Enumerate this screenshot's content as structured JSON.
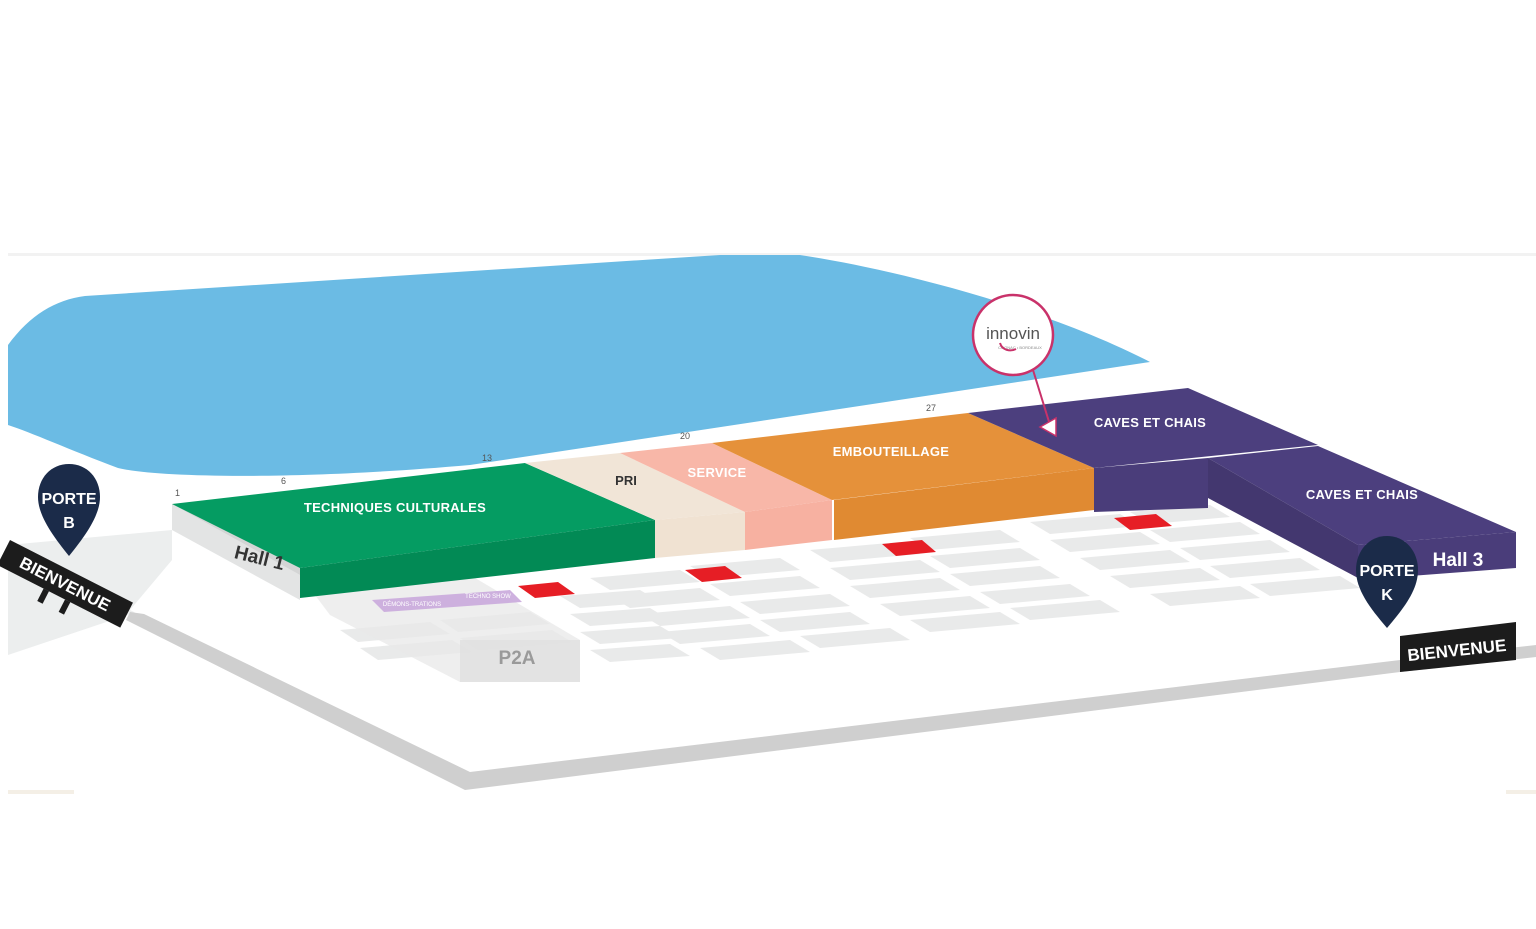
{
  "colors": {
    "water": "#6bbbe4",
    "green": "#059c62",
    "green_dark": "#028a55",
    "pri": "#f1e5d7",
    "service": "#f8b7a8",
    "orange": "#e5913a",
    "orange_dark": "#e08a32",
    "purple": "#4c3f7e",
    "stand_red": "#e61e25",
    "pin": "#1b2b49",
    "innovin_ring": "#c9326a",
    "road": "#cfcfcf"
  },
  "zones": {
    "techniques": "TECHNIQUES CULTURALES",
    "pri": "PRI",
    "service": "SERVICE",
    "embouteillage": "EMBOUTEILLAGE",
    "caves1": "CAVES ET CHAIS",
    "caves2": "CAVES ET CHAIS",
    "demos": "DÉMONS-TRATIONS",
    "techno": "TECHNO SHOW"
  },
  "halls": {
    "hall1": "Hall 1",
    "hall3": "Hall 3",
    "p2a": "P2A"
  },
  "doors": {
    "b_line1": "PORTE",
    "b_line2": "B",
    "k_line1": "PORTE",
    "k_line2": "K"
  },
  "welcome": {
    "left": "BIENVENUE",
    "right": "BIENVENUE"
  },
  "numbers": [
    "1",
    "6",
    "13",
    "20",
    "27"
  ],
  "innovin": {
    "brand": "innovin",
    "sub": "COGNAC • BORDEAUX"
  },
  "icons": {
    "pin": "location-pin-icon",
    "arrow": "arrow-pointer-icon"
  }
}
